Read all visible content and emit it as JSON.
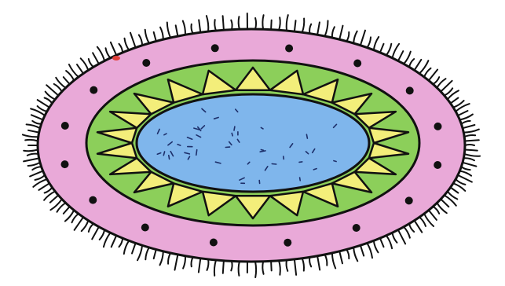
{
  "image": {
    "subject": "cell-illustration",
    "colors": {
      "background": "#ffffff",
      "outer_membrane": "#e9a9d8",
      "ring": "#8ccf5a",
      "spikes": "#f3ee7a",
      "nucleus": "#7fb6ec",
      "outline": "#111111",
      "dots": "#111111",
      "speck": "#e0403a"
    },
    "dot_count": 16,
    "spike_count": 22
  }
}
